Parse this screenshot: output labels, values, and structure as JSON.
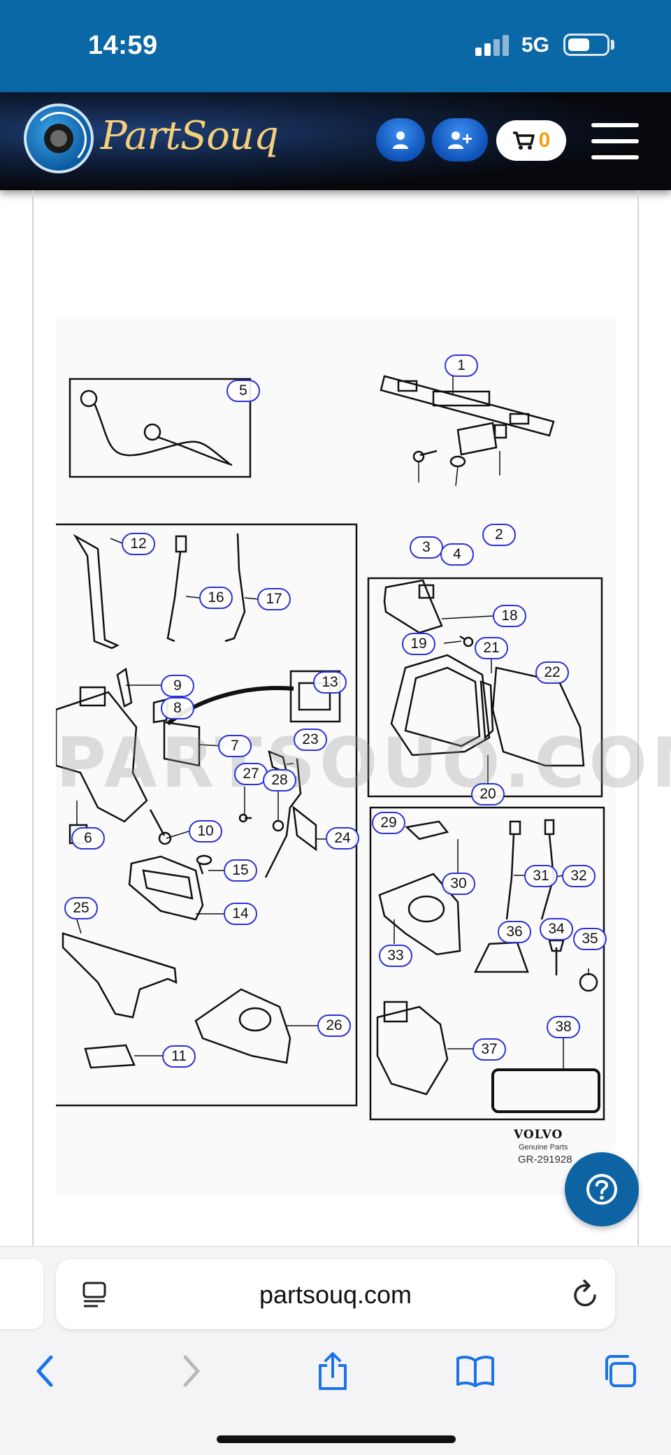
{
  "status": {
    "time": "14:59",
    "network": "5G"
  },
  "header": {
    "brand": "PartSouq",
    "logo_text": "PARTSOUQ",
    "cart_count": "0"
  },
  "diagram": {
    "watermark": "PARTSOUQ.COM",
    "brand": "VOLVO",
    "brand_sub": "Genuine Parts",
    "ref": "GR-291928",
    "callouts": [
      "1",
      "2",
      "3",
      "4",
      "5",
      "6",
      "7",
      "8",
      "9",
      "10",
      "11",
      "12",
      "13",
      "14",
      "15",
      "16",
      "17",
      "18",
      "19",
      "20",
      "21",
      "22",
      "23",
      "24",
      "25",
      "26",
      "27",
      "28",
      "29",
      "30",
      "31",
      "32",
      "33",
      "34",
      "35",
      "36",
      "37",
      "38"
    ]
  },
  "browser": {
    "url": "partsouq.com"
  },
  "icons": {
    "user": "user-icon",
    "add_user": "user-plus-icon",
    "cart": "cart-icon",
    "menu": "hamburger-menu-icon",
    "help": "help-icon",
    "reader": "reader-mode-icon",
    "reload": "reload-icon",
    "back": "back-chevron-icon",
    "forward": "forward-chevron-icon",
    "share": "share-icon",
    "bookmarks": "bookmarks-icon",
    "tabs": "tabs-icon"
  },
  "colors": {
    "status_bar": "#0b68a6",
    "brand_gold": "#f5cf7a",
    "callout_border": "#2c32d8",
    "cart_count": "#f0a010",
    "fab": "#0e64a3"
  }
}
